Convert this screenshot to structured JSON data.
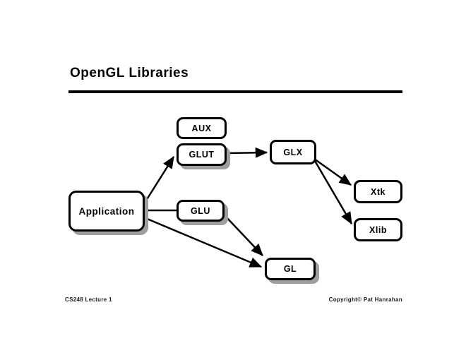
{
  "slide": {
    "title": "OpenGL Libraries",
    "footer_left": "CS248 Lecture 1",
    "footer_right": "Copyright© Pat Hanrahan"
  },
  "diagram": {
    "nodes": [
      {
        "id": "aux",
        "label": "AUX",
        "shadow": false
      },
      {
        "id": "glut",
        "label": "GLUT",
        "shadow": true
      },
      {
        "id": "glx",
        "label": "GLX",
        "shadow": false
      },
      {
        "id": "xtk",
        "label": "Xtk",
        "shadow": false
      },
      {
        "id": "xlib",
        "label": "Xlib",
        "shadow": false
      },
      {
        "id": "application",
        "label": "Application",
        "shadow": true
      },
      {
        "id": "glu",
        "label": "GLU",
        "shadow": true
      },
      {
        "id": "gl",
        "label": "GL",
        "shadow": true
      }
    ],
    "edges": [
      {
        "from": "Application",
        "to": "GLUT",
        "arrow": true
      },
      {
        "from": "GLUT",
        "to": "GLX",
        "arrow": true
      },
      {
        "from": "Application",
        "to": "GLU",
        "arrow": false
      },
      {
        "from": "Application",
        "to": "GL",
        "arrow": true
      },
      {
        "from": "GLU",
        "to": "GL",
        "arrow": true
      },
      {
        "from": "GLX",
        "to": "Xtk",
        "arrow": true
      },
      {
        "from": "GLX",
        "to": "Xlib",
        "arrow": true
      }
    ],
    "colors": {
      "background": "#ffffff",
      "line": "#000000",
      "box_border": "#000000",
      "box_fill": "#ffffff",
      "shadow": "#9e9e9e"
    }
  }
}
